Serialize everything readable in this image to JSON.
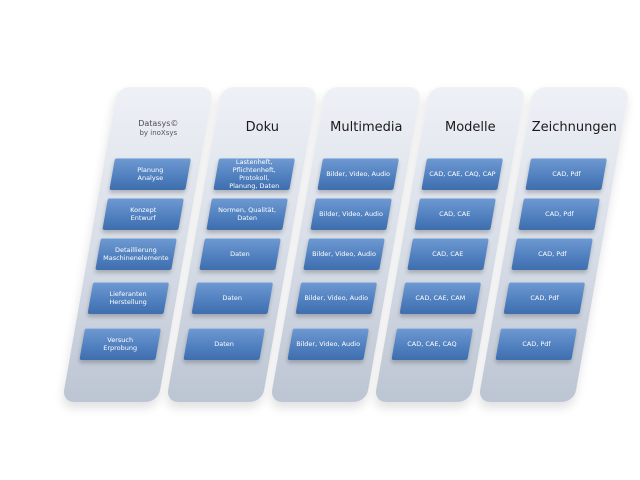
{
  "columns": [
    {
      "title": "Datasys©",
      "subtitle": "by inoXsys",
      "boxes": [
        "Planung\nAnalyse",
        "Konzept\nEntwurf",
        "Detaillierung\nMaschinenelemente",
        "Lieferanten\nHerstellung",
        "Versuch\nErprobung"
      ]
    },
    {
      "title": "Doku",
      "subtitle": "",
      "boxes": [
        "Lastenheft,\nPflichtenheft, Protokoll,\nPlanung, Daten",
        "Normen, Qualität,\nDaten",
        "Daten",
        "Daten",
        "Daten"
      ]
    },
    {
      "title": "Multimedia",
      "subtitle": "",
      "boxes": [
        "Bilder, Video, Audio",
        "Bilder, Video, Audio",
        "Bilder, Video, Audio",
        "Bilder, Video, Audio",
        "Bilder, Video, Audio"
      ]
    },
    {
      "title": "Modelle",
      "subtitle": "",
      "boxes": [
        "CAD, CAE, CAQ, CAP",
        "CAD, CAE",
        "CAD, CAE",
        "CAD, CAE, CAM",
        "CAD, CAE, CAQ"
      ]
    },
    {
      "title": "Zeichnungen",
      "subtitle": "",
      "boxes": [
        "CAD, Pdf",
        "CAD, Pdf",
        "CAD, Pdf",
        "CAD, Pdf",
        "CAD, Pdf"
      ]
    }
  ]
}
